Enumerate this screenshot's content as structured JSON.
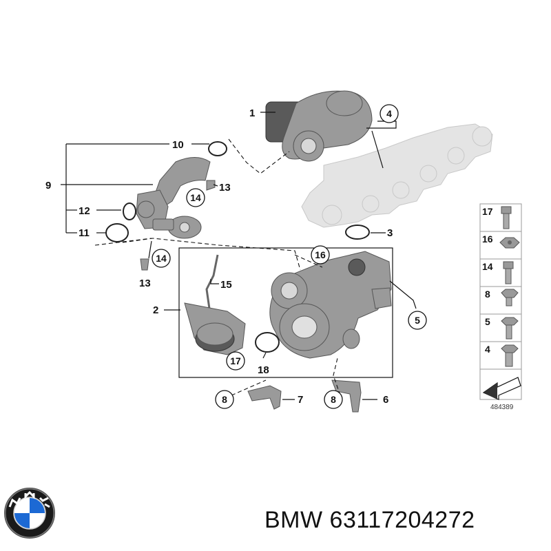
{
  "diagram": {
    "callouts": {
      "c1": "1",
      "c2": "2",
      "c3": "3",
      "c4": "4",
      "c5": "5",
      "c6": "6",
      "c7": "7",
      "c8a": "8",
      "c8b": "8",
      "c9": "9",
      "c10": "10",
      "c11": "11",
      "c12": "12",
      "c13a": "13",
      "c13b": "13",
      "c14a": "14",
      "c14b": "14",
      "c15": "15",
      "c16": "16",
      "c17": "17",
      "c18": "18"
    },
    "legend": [
      "17",
      "16",
      "14",
      "8",
      "5",
      "4"
    ],
    "figure_number": "484389"
  },
  "brand": {
    "name": "BMW",
    "part_number": "63117204272"
  },
  "colors": {
    "part_grey": "#9a9a9a",
    "part_dark": "#5a5a5a",
    "ghost_manifold": "#e4e4e4",
    "bmw_blue": "#1c69d4",
    "bmw_ring": "#111111"
  }
}
